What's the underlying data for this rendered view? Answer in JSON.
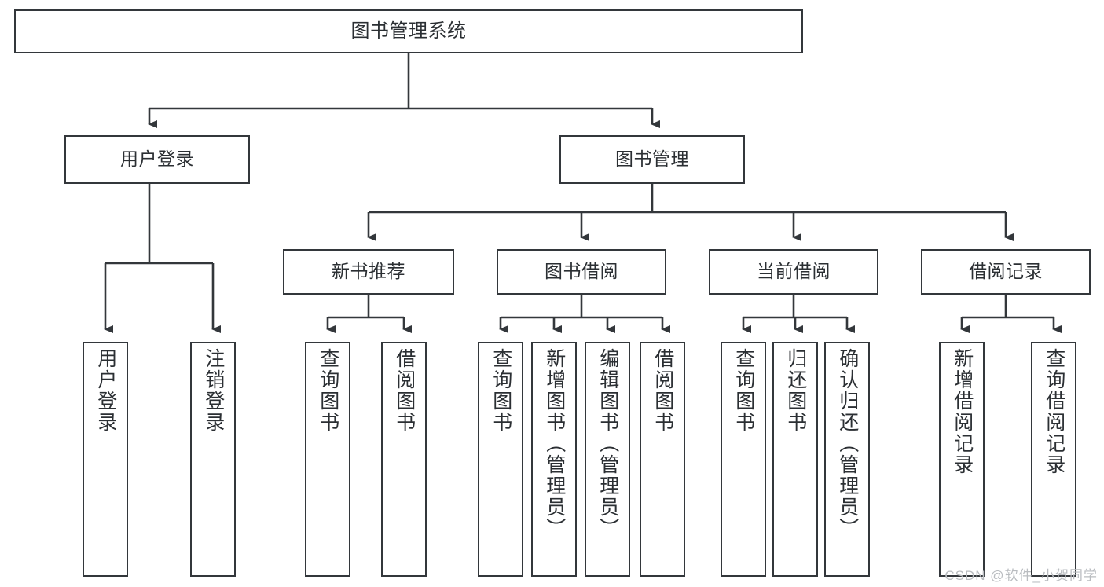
{
  "diagram": {
    "type": "tree-hierarchy-flowchart",
    "root": {
      "id": "root",
      "label": "图书管理系统"
    },
    "level2": [
      {
        "id": "user-login",
        "label": "用户登录"
      },
      {
        "id": "book-management",
        "label": "图书管理"
      }
    ],
    "level3": [
      {
        "id": "new-book-recommend",
        "label": "新书推荐",
        "parent": "book-management"
      },
      {
        "id": "book-borrow",
        "label": "图书借阅",
        "parent": "book-management"
      },
      {
        "id": "current-borrow",
        "label": "当前借阅",
        "parent": "book-management"
      },
      {
        "id": "borrow-record",
        "label": "借阅记录",
        "parent": "book-management"
      }
    ],
    "leaves": [
      {
        "id": "leaf-user-login",
        "label": "用户登录",
        "parent": "user-login"
      },
      {
        "id": "leaf-logout-login",
        "label": "注销登录",
        "parent": "user-login"
      },
      {
        "id": "leaf-query-book-1",
        "label": "查询图书",
        "parent": "new-book-recommend"
      },
      {
        "id": "leaf-borrow-book-1",
        "label": "借阅图书",
        "parent": "new-book-recommend"
      },
      {
        "id": "leaf-query-book-2",
        "label": "查询图书",
        "parent": "book-borrow"
      },
      {
        "id": "leaf-add-book",
        "label": "新增图书（管理员）",
        "parent": "book-borrow"
      },
      {
        "id": "leaf-edit-book",
        "label": "编辑图书（管理员）",
        "parent": "book-borrow"
      },
      {
        "id": "leaf-borrow-book-2",
        "label": "借阅图书",
        "parent": "book-borrow"
      },
      {
        "id": "leaf-query-book-3",
        "label": "查询图书",
        "parent": "current-borrow"
      },
      {
        "id": "leaf-return-book",
        "label": "归还图书",
        "parent": "current-borrow"
      },
      {
        "id": "leaf-confirm-return",
        "label": "确认归还（管理员）",
        "parent": "current-borrow"
      },
      {
        "id": "leaf-add-record",
        "label": "新增借阅记录",
        "parent": "borrow-record"
      },
      {
        "id": "leaf-query-record",
        "label": "查询借阅记录",
        "parent": "borrow-record"
      }
    ],
    "colors": {
      "box_border": "#33373b",
      "box_fill": "#ffffff",
      "connector": "#33373b",
      "text": "#2b2f33",
      "watermark": "#b9bcc0"
    }
  },
  "watermark": {
    "text": "CSDN @软件_小贺同学"
  }
}
